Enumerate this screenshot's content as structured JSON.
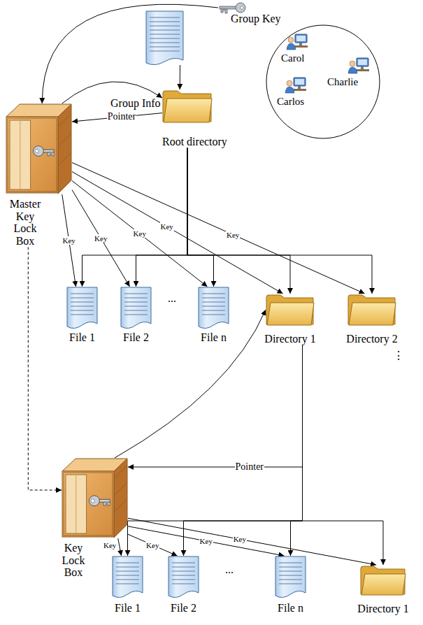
{
  "diagram": {
    "nodes": [
      {
        "text": [
          "Group Key"
        ]
      },
      {
        "text": [
          "Carol",
          "Charlie",
          "Carlos"
        ]
      },
      {
        "text": [
          "Group Info"
        ]
      },
      {
        "text": [
          "Root directory"
        ]
      },
      {
        "text": [
          "Master Key Lock Box"
        ]
      },
      {
        "text": [
          "File 1"
        ]
      },
      {
        "text": [
          "File 2"
        ]
      },
      {
        "text": [
          "File n"
        ]
      },
      {
        "text": [
          "Directory 1"
        ]
      },
      {
        "text": [
          "Directory 2"
        ]
      },
      {
        "text": [
          "Key Lock Box"
        ]
      },
      {
        "text": [
          "File 1"
        ]
      },
      {
        "text": [
          "File 2"
        ]
      },
      {
        "text": [
          "File n"
        ]
      },
      {
        "text": [
          "Directory 1"
        ]
      }
    ],
    "edges": [
      {
        "from": 0,
        "to": 4,
        "arrow": "to"
      },
      {
        "from": 2,
        "to": 3,
        "arrow": "to"
      },
      {
        "from": 3,
        "to": 4,
        "label": "Pointer",
        "arrow": "to"
      },
      {
        "from": 4,
        "to": 3,
        "arrow": "to"
      },
      {
        "from": 3,
        "to": 5,
        "arrow": "to"
      },
      {
        "from": 3,
        "to": 6,
        "arrow": "to"
      },
      {
        "from": 3,
        "to": 7,
        "arrow": "to"
      },
      {
        "from": 3,
        "to": 8,
        "arrow": "to"
      },
      {
        "from": 3,
        "to": 9,
        "arrow": "to"
      },
      {
        "from": 4,
        "to": 5,
        "label": "Key",
        "arrow": "to"
      },
      {
        "from": 4,
        "to": 6,
        "label": "Key",
        "arrow": "to"
      },
      {
        "from": 4,
        "to": 7,
        "label": "Key",
        "arrow": "to"
      },
      {
        "from": 4,
        "to": 8,
        "label": "Key",
        "arrow": "to"
      },
      {
        "from": 4,
        "to": 9,
        "label": "Key",
        "arrow": "to"
      },
      {
        "from": 4,
        "to": 10,
        "arrow": "to"
      },
      {
        "from": 8,
        "to": 10,
        "label": "Pointer",
        "arrow": "to"
      },
      {
        "from": 10,
        "to": 8,
        "arrow": "to"
      },
      {
        "from": 8,
        "to": 11,
        "arrow": "to"
      },
      {
        "from": 8,
        "to": 12,
        "arrow": "to"
      },
      {
        "from": 8,
        "to": 13,
        "arrow": "to"
      },
      {
        "from": 8,
        "to": 14,
        "arrow": "to"
      },
      {
        "from": 10,
        "to": 11,
        "label": "Key",
        "arrow": "to"
      },
      {
        "from": 10,
        "to": 12,
        "label": "Key",
        "arrow": "to"
      },
      {
        "from": 10,
        "to": 13,
        "label": "Key",
        "arrow": "to"
      },
      {
        "from": 10,
        "to": 14,
        "label": "Key",
        "arrow": "to"
      }
    ],
    "labels": [
      "...",
      "⋮",
      "..."
    ]
  }
}
